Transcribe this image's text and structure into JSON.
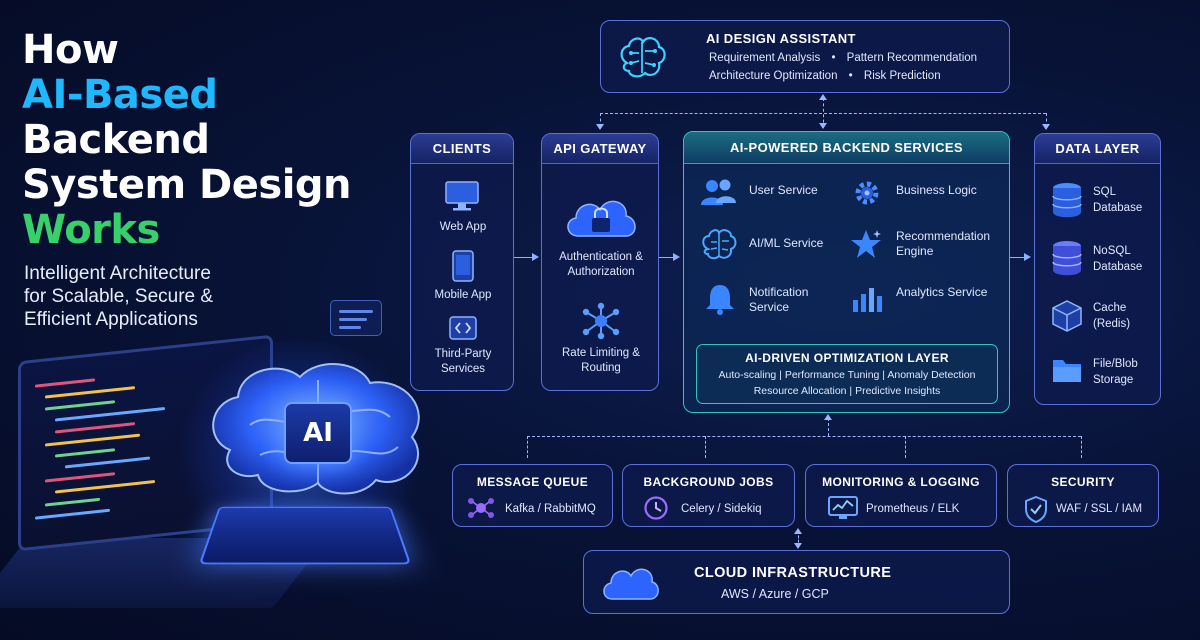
{
  "headline": {
    "line1": "How",
    "line2": "AI-Based",
    "line3": "Backend",
    "line4": "System Design",
    "line5": "Works"
  },
  "subtitle": {
    "line1": "Intelligent Architecture",
    "line2": "for Scalable, Secure &",
    "line3": "Efficient Applications"
  },
  "illustration": {
    "chip_label": "AI"
  },
  "assistant": {
    "title": "AI DESIGN ASSISTANT",
    "row1": [
      "Requirement Analysis",
      "•",
      "Pattern Recommendation"
    ],
    "row2": [
      "Architecture Optimization",
      "•",
      "Risk Prediction"
    ]
  },
  "clients": {
    "title": "CLIENTS",
    "items": [
      "Web App",
      "Mobile App",
      "Third-Party Services"
    ]
  },
  "gateway": {
    "title": "API GATEWAY",
    "items": [
      "Authentication & Authorization",
      "Rate Limiting & Routing"
    ]
  },
  "backend": {
    "title": "AI-POWERED BACKEND SERVICES",
    "services": [
      {
        "label": "User Service",
        "icon": "users-icon"
      },
      {
        "label": "Business Logic",
        "icon": "gear-icon"
      },
      {
        "label": "AI/ML Service",
        "icon": "brain-icon"
      },
      {
        "label": "Recommendation Engine",
        "icon": "star-icon"
      },
      {
        "label": "Notification Service",
        "icon": "bell-icon"
      },
      {
        "label": "Analytics Service",
        "icon": "bar-chart-icon"
      }
    ],
    "optimization": {
      "title": "AI-DRIVEN OPTIMIZATION LAYER",
      "row1": "Auto-scaling | Performance Tuning | Anomaly Detection",
      "row2": "Resource Allocation  |  Predictive Insights"
    }
  },
  "data_layer": {
    "title": "DATA LAYER",
    "items": [
      {
        "line1": "SQL",
        "line2": "Database"
      },
      {
        "line1": "NoSQL",
        "line2": "Database"
      },
      {
        "line1": "Cache",
        "line2": "(Redis)"
      },
      {
        "line1": "File/Blob",
        "line2": "Storage"
      }
    ]
  },
  "support": [
    {
      "title": "MESSAGE QUEUE",
      "detail": "Kafka / RabbitMQ"
    },
    {
      "title": "BACKGROUND JOBS",
      "detail": "Celery / Sidekiq"
    },
    {
      "title": "MONITORING & LOGGING",
      "detail": "Prometheus / ELK"
    },
    {
      "title": "SECURITY",
      "detail": "WAF / SSL / IAM"
    }
  ],
  "cloud": {
    "title": "CLOUD INFRASTRUCTURE",
    "detail": "AWS / Azure / GCP"
  },
  "colors": {
    "accent_cyan": "#1fb8ff",
    "accent_green": "#37d06a",
    "panel_blue": "#5d6fd8",
    "panel_teal": "#2fc7c0"
  }
}
